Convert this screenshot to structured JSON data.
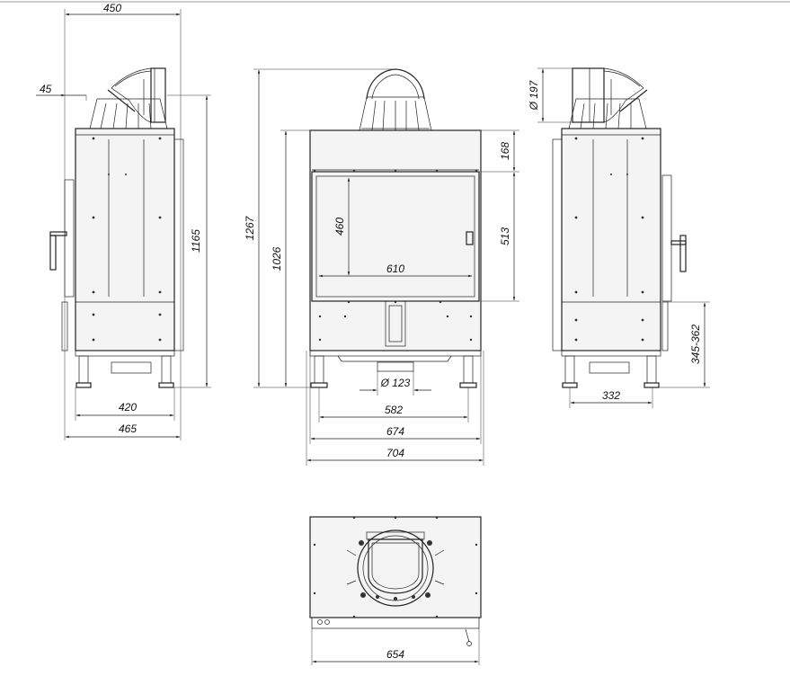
{
  "dimensions": {
    "side_left": {
      "total_depth": "450",
      "offset": "45",
      "height": "1165",
      "foot_depth": "420",
      "body_depth": "465"
    },
    "front": {
      "total_height": "1267",
      "body_height": "1026",
      "glass_height": "460",
      "glass_width": "610",
      "top_band": "168",
      "door_height": "513",
      "air_inlet": "Ø 123",
      "feet_width": "582",
      "body_width": "674",
      "overall_width": "704"
    },
    "side_right": {
      "flue_diameter": "Ø 197",
      "inlet_height": "345-362",
      "foot_depth": "332"
    },
    "top": {
      "width": "654"
    }
  }
}
